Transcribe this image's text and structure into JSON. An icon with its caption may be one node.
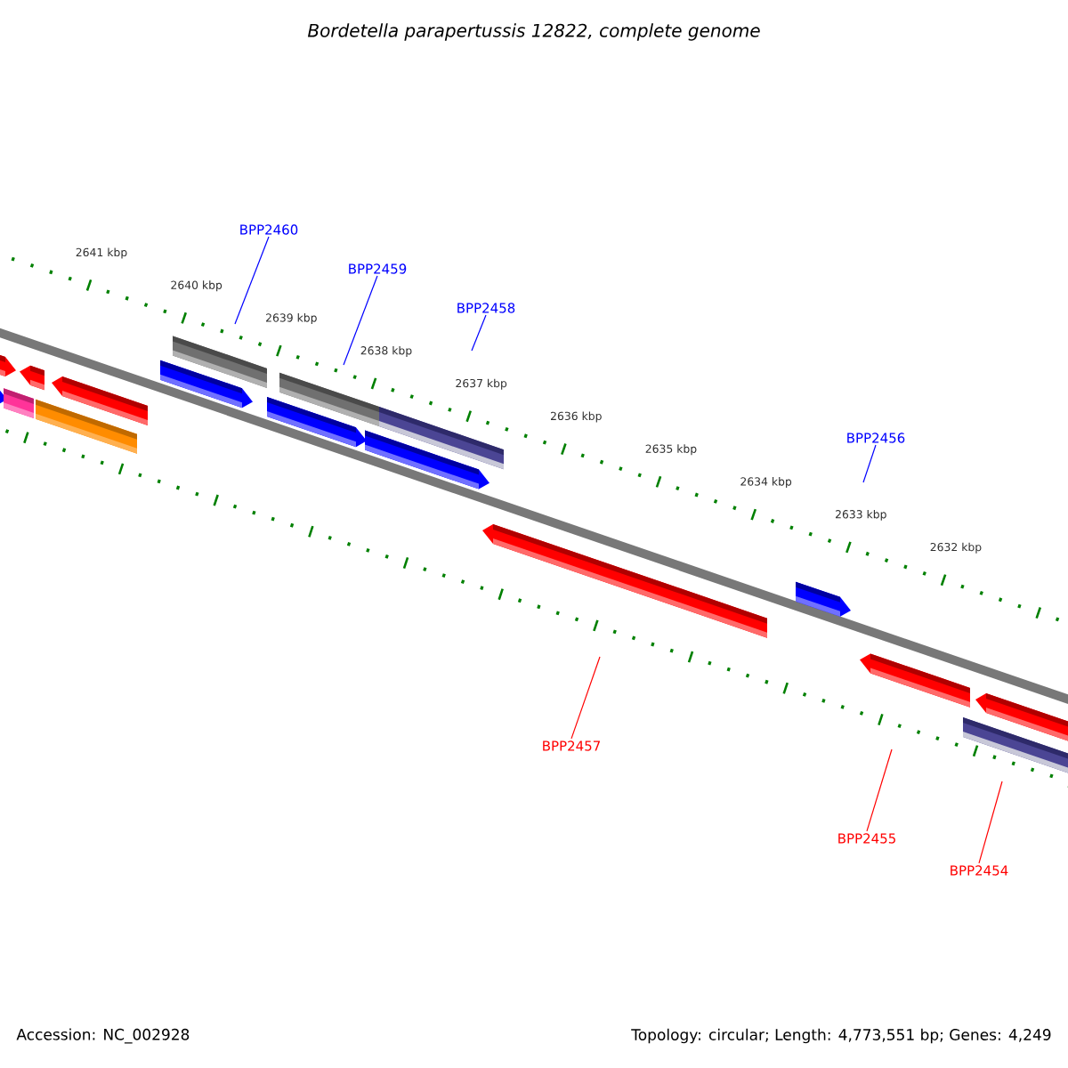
{
  "diagram": {
    "title": "Bordetella parapertussis 12822, complete genome",
    "nodes": [
      {
        "text": [
          "BPP2460"
        ]
      },
      {
        "text": [
          "BPP2459"
        ]
      },
      {
        "text": [
          "BPP2458"
        ]
      },
      {
        "text": [
          "BPP2456"
        ]
      },
      {
        "text": [
          "BPP2457"
        ]
      },
      {
        "text": [
          "BPP2455"
        ]
      },
      {
        "text": [
          "BPP2454"
        ]
      }
    ],
    "edges": [
      {
        "from": 0,
        "to": null,
        "arrow": "none"
      },
      {
        "from": 1,
        "to": null,
        "arrow": "none"
      },
      {
        "from": 2,
        "to": null,
        "arrow": "none"
      },
      {
        "from": 3,
        "to": null,
        "arrow": "none"
      },
      {
        "from": 4,
        "to": null,
        "arrow": "none",
        "color": "#ff0000"
      },
      {
        "from": 5,
        "to": null,
        "arrow": "none",
        "color": "#ff0000"
      },
      {
        "from": 6,
        "to": null,
        "arrow": "none",
        "color": "#ff0000"
      }
    ],
    "labels": [
      "2641 kbp",
      "2640 kbp",
      "2639 kbp",
      "2638 kbp",
      "2637 kbp",
      "2636 kbp",
      "2635 kbp",
      "2634 kbp",
      "2633 kbp",
      "2632 kbp",
      "Accession: NC_002928",
      "Topology: circular; Length: 4,773,551 bp; Genes: 4,249"
    ]
  }
}
